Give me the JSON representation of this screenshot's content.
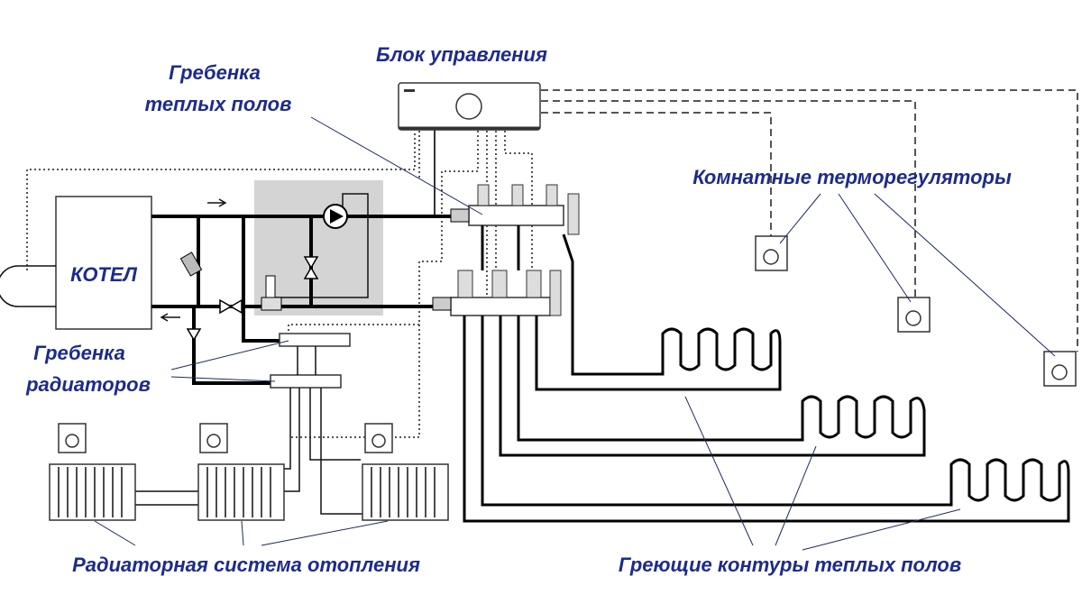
{
  "labels": {
    "control_unit": "Блок управления",
    "floor_manifold_1": "Гребенка",
    "floor_manifold_2": "теплых полов",
    "room_thermostats": "Комнатные терморегуляторы",
    "boiler": "КОТЕЛ",
    "radiator_manifold_1": "Гребенка",
    "radiator_manifold_2": "радиаторов",
    "radiator_system": "Радиаторная система отопления",
    "floor_loops": "Греющие контуры теплых полов"
  },
  "colors": {
    "label_text": "#1c2b8c",
    "mixing_zone": "#d4d4d4",
    "pipes": "#000000"
  }
}
